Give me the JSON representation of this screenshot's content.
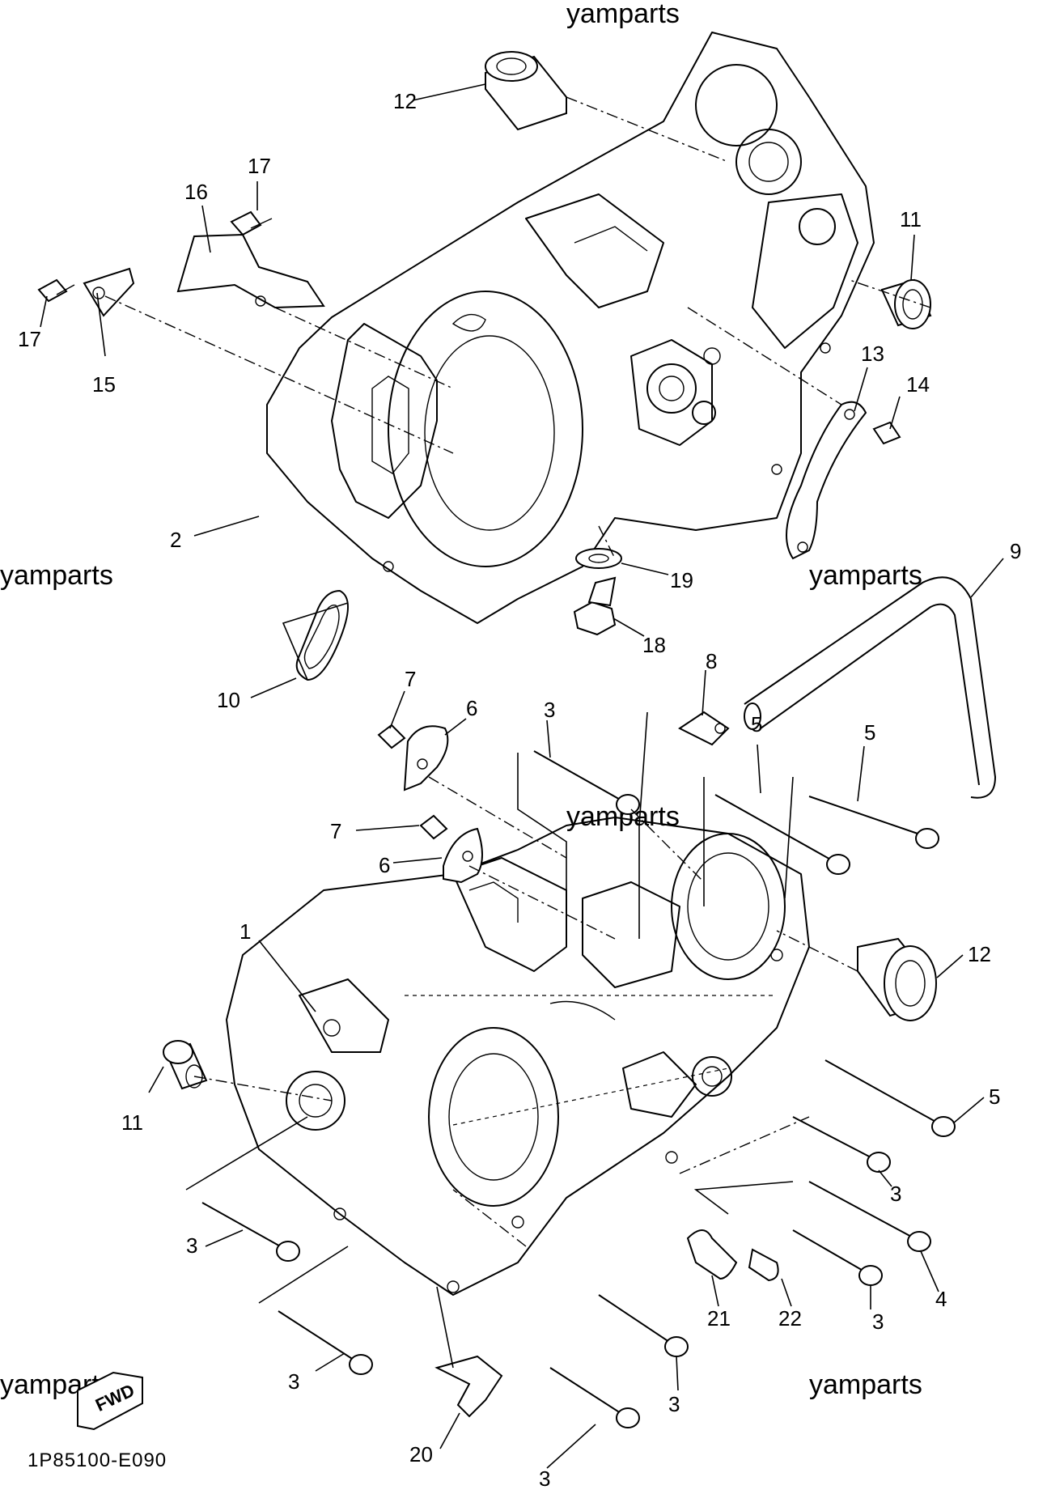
{
  "watermarks": [
    "yamparts",
    "yamparts",
    "yamparts",
    "yamparts",
    "yamparts",
    "yamparts"
  ],
  "diagram_code": "1P85100-E090",
  "fwd_label": "FWD",
  "callouts": [
    "12",
    "17",
    "16",
    "11",
    "17",
    "15",
    "13",
    "14",
    "2",
    "9",
    "19",
    "18",
    "8",
    "10",
    "7",
    "3",
    "5",
    "6",
    "5",
    "7",
    "6",
    "1",
    "12",
    "11",
    "5",
    "3",
    "3",
    "4",
    "21",
    "22",
    "3",
    "3",
    "3",
    "20",
    "3"
  ]
}
